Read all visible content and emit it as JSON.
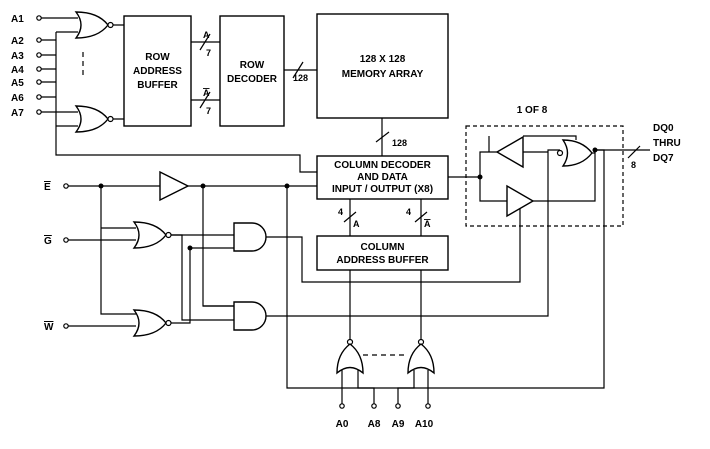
{
  "pins": {
    "a1": "A1",
    "a2": "A2",
    "a3": "A3",
    "a4": "A4",
    "a5": "A5",
    "a6": "A6",
    "a7": "A7",
    "e": "E",
    "g": "G",
    "w": "W",
    "a0": "A0",
    "a8": "A8",
    "a9": "A9",
    "a10": "A10"
  },
  "blocks": {
    "row_buffer": [
      "ROW",
      "ADDRESS",
      "BUFFER"
    ],
    "row_decoder": [
      "ROW",
      "DECODER"
    ],
    "memory_array": [
      "128 X 128",
      "MEMORY ARRAY"
    ],
    "col_decoder": [
      "COLUMN DECODER",
      "AND DATA",
      "INPUT / OUTPUT (X8)"
    ],
    "col_buffer": [
      "COLUMN",
      "ADDRESS BUFFER"
    ]
  },
  "bus_labels": {
    "a_top": "A",
    "seven_top": "7",
    "abar_bottom": "A",
    "seven_bottom": "7",
    "b128_h": "128",
    "b128_v": "128",
    "four_left": "4",
    "a_left": "A",
    "four_right": "4",
    "abar_right": "A",
    "eight": "8"
  },
  "io": {
    "one_of_eight": "1 OF 8",
    "dq_lines": [
      "DQ0",
      "THRU",
      "DQ7"
    ]
  }
}
